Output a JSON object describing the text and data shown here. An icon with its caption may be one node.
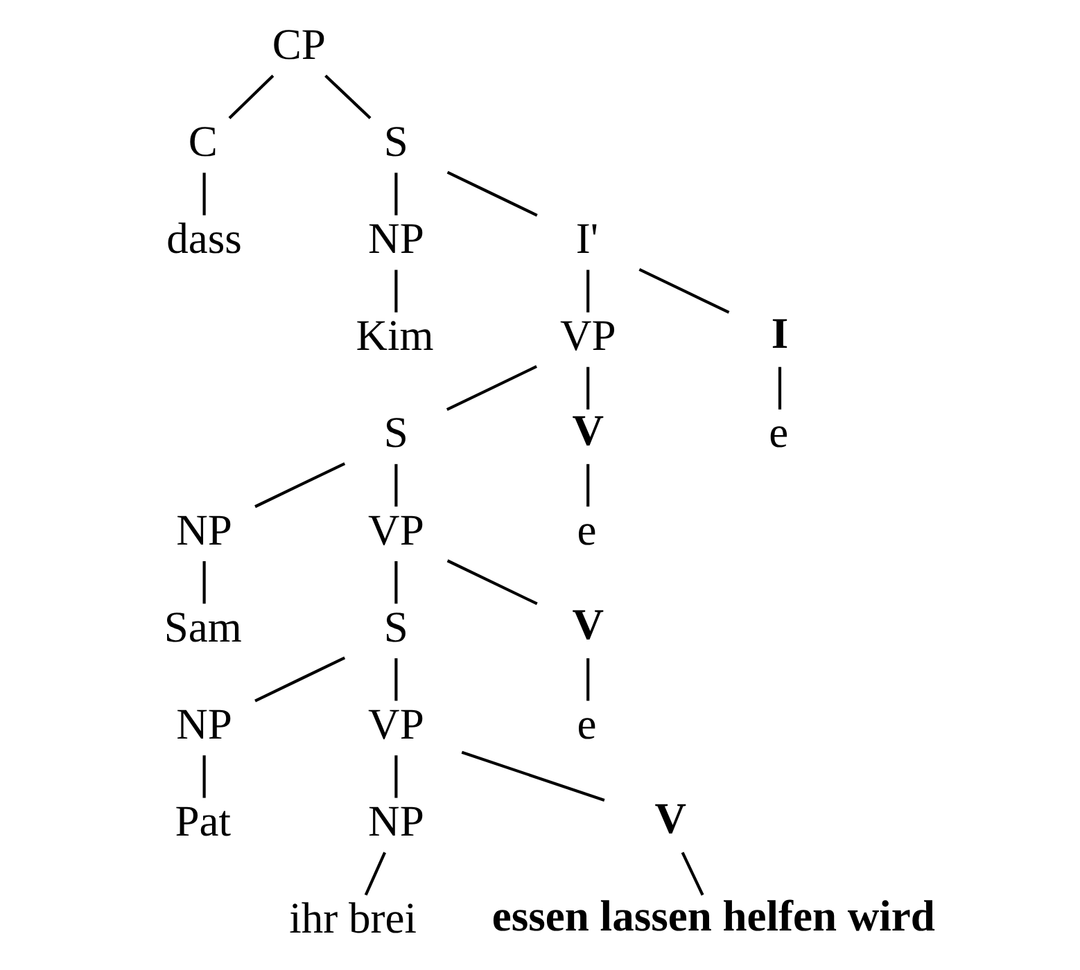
{
  "diagram": {
    "nodes": [
      {
        "text": [
          "CP"
        ]
      },
      {
        "text": [
          "C"
        ]
      },
      {
        "text": [
          "S"
        ]
      },
      {
        "text": [
          "dass"
        ]
      },
      {
        "text": [
          "NP"
        ]
      },
      {
        "text": [
          "I'"
        ]
      },
      {
        "text": [
          "Kim"
        ]
      },
      {
        "text": [
          "VP"
        ]
      },
      {
        "text": [
          "I"
        ]
      },
      {
        "text": [
          "S"
        ]
      },
      {
        "text": [
          "V"
        ]
      },
      {
        "text": [
          "e"
        ]
      },
      {
        "text": [
          "NP"
        ]
      },
      {
        "text": [
          "VP"
        ]
      },
      {
        "text": [
          "e"
        ]
      },
      {
        "text": [
          "Sam"
        ]
      },
      {
        "text": [
          "S"
        ]
      },
      {
        "text": [
          "V"
        ]
      },
      {
        "text": [
          "NP"
        ]
      },
      {
        "text": [
          "VP"
        ]
      },
      {
        "text": [
          "e"
        ]
      },
      {
        "text": [
          "Pat"
        ]
      },
      {
        "text": [
          "NP"
        ]
      },
      {
        "text": [
          "V"
        ]
      },
      {
        "text": [
          "ihr brei"
        ]
      },
      {
        "text": [
          "essen lassen helfen wird"
        ]
      }
    ],
    "edges": [
      {
        "from": 0,
        "to": 1,
        "arrow": "none"
      },
      {
        "from": 0,
        "to": 2,
        "arrow": "none"
      },
      {
        "from": 1,
        "to": 3,
        "arrow": "none"
      },
      {
        "from": 2,
        "to": 4,
        "arrow": "none"
      },
      {
        "from": 2,
        "to": 5,
        "arrow": "none"
      },
      {
        "from": 4,
        "to": 6,
        "arrow": "none"
      },
      {
        "from": 5,
        "to": 7,
        "arrow": "none"
      },
      {
        "from": 5,
        "to": 8,
        "arrow": "none"
      },
      {
        "from": 7,
        "to": 9,
        "arrow": "none"
      },
      {
        "from": 7,
        "to": 10,
        "arrow": "none"
      },
      {
        "from": 8,
        "to": 11,
        "arrow": "none"
      },
      {
        "from": 9,
        "to": 12,
        "arrow": "none"
      },
      {
        "from": 9,
        "to": 13,
        "arrow": "none"
      },
      {
        "from": 10,
        "to": 14,
        "arrow": "none"
      },
      {
        "from": 12,
        "to": 15,
        "arrow": "none"
      },
      {
        "from": 13,
        "to": 16,
        "arrow": "none"
      },
      {
        "from": 13,
        "to": 17,
        "arrow": "none"
      },
      {
        "from": 16,
        "to": 18,
        "arrow": "none"
      },
      {
        "from": 16,
        "to": 19,
        "arrow": "none"
      },
      {
        "from": 17,
        "to": 20,
        "arrow": "none"
      },
      {
        "from": 18,
        "to": 21,
        "arrow": "none"
      },
      {
        "from": 19,
        "to": 22,
        "arrow": "none"
      },
      {
        "from": 19,
        "to": 23,
        "arrow": "none"
      },
      {
        "from": 22,
        "to": 24,
        "arrow": "none"
      },
      {
        "from": 23,
        "to": 25,
        "arrow": "none"
      }
    ]
  }
}
